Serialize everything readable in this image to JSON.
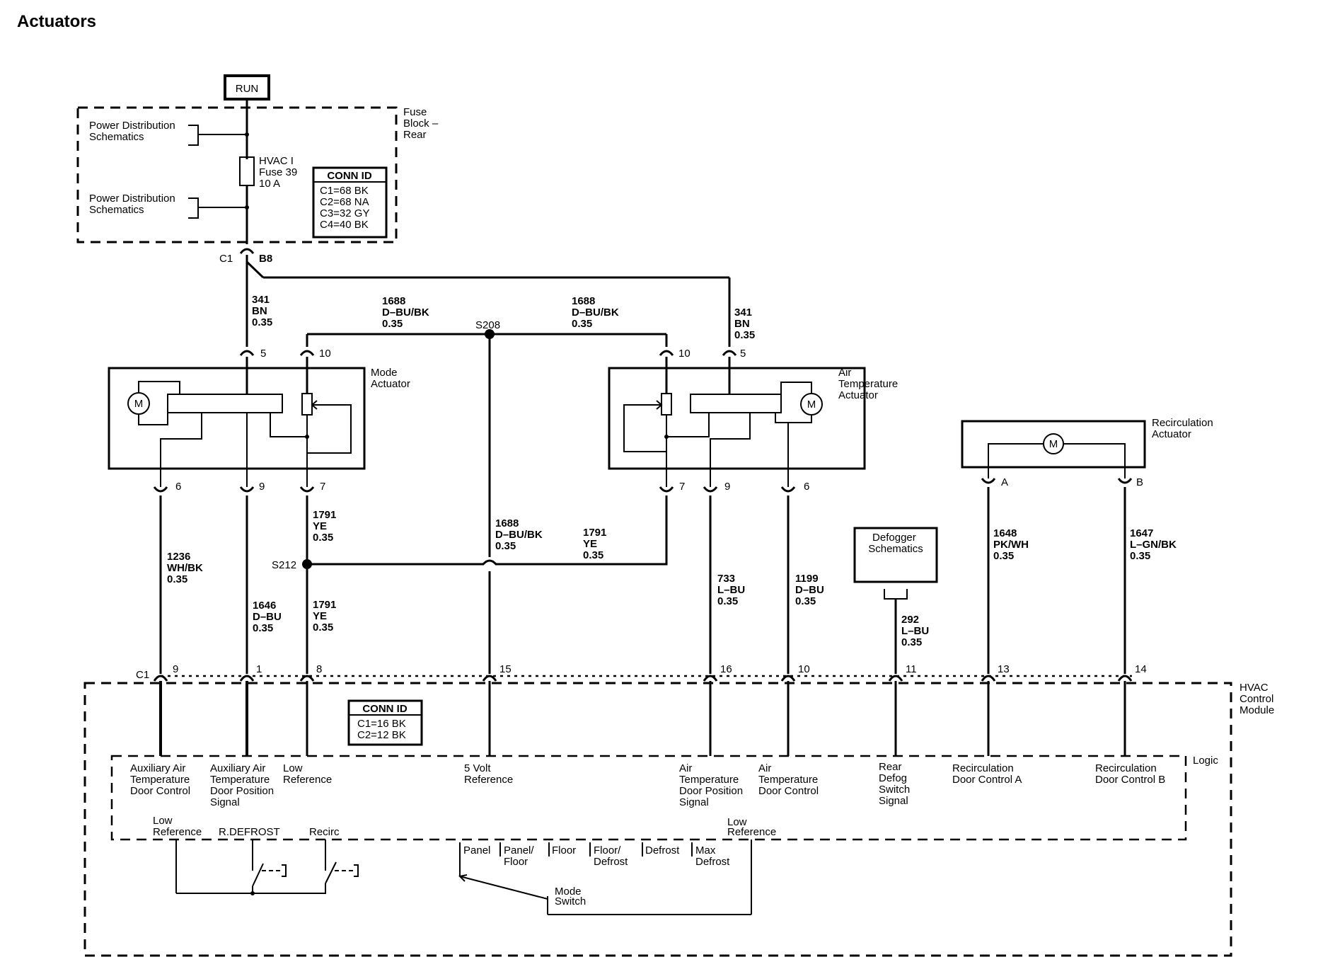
{
  "title": "Actuators",
  "run": "RUN",
  "fuse_block": {
    "label": [
      "Fuse",
      "Block –",
      "Rear"
    ]
  },
  "power_dist": [
    "Power Distribution",
    "Schematics"
  ],
  "fuse": [
    "HVAC I",
    "Fuse 39",
    "10 A"
  ],
  "conn_id_top": {
    "title": "CONN ID",
    "rows": [
      "C1=68 BK",
      "C2=68 NA",
      "C3=32 GY",
      "C4=40 BK"
    ]
  },
  "conn_id_module": {
    "title": "CONN ID",
    "rows": [
      "C1=16 BK",
      "C2=12 BK"
    ]
  },
  "connectors": {
    "c1": "C1",
    "b8": "B8",
    "c1_module": "C1"
  },
  "splices": {
    "s208": "S208",
    "s212": "S212"
  },
  "wires": {
    "w341_left": [
      "341",
      "BN",
      "0.35"
    ],
    "w341_right": [
      "341",
      "BN",
      "0.35"
    ],
    "w1688_left": [
      "1688",
      "D–BU/BK",
      "0.35"
    ],
    "w1688_right": [
      "1688",
      "D–BU/BK",
      "0.35"
    ],
    "w1688_mid": [
      "1688",
      "D–BU/BK",
      "0.35"
    ],
    "w1236": [
      "1236",
      "WH/BK",
      "0.35"
    ],
    "w1646": [
      "1646",
      "D–BU",
      "0.35"
    ],
    "w1791_top": [
      "1791",
      "YE",
      "0.35"
    ],
    "w1791_bottom": [
      "1791",
      "YE",
      "0.35"
    ],
    "w1791_right": [
      "1791",
      "YE",
      "0.35"
    ],
    "w733": [
      "733",
      "L–BU",
      "0.35"
    ],
    "w1199": [
      "1199",
      "D–BU",
      "0.35"
    ],
    "w292": [
      "292",
      "L–BU",
      "0.35"
    ],
    "w1648": [
      "1648",
      "PK/WH",
      "0.35"
    ],
    "w1647": [
      "1647",
      "L–GN/BK",
      "0.35"
    ]
  },
  "pins": {
    "mode_top5": "5",
    "mode_top10": "10",
    "mode_b6": "6",
    "mode_b9": "9",
    "mode_b7": "7",
    "air_top10": "10",
    "air_top5": "5",
    "air_b7": "7",
    "air_b9": "9",
    "air_b6": "6",
    "recirc_a": "A",
    "recirc_b": "B",
    "m9": "9",
    "m1": "1",
    "m8": "8",
    "m15": "15",
    "m16": "16",
    "m10": "10",
    "m11": "11",
    "m13": "13",
    "m14": "14"
  },
  "actuators": {
    "mode": [
      "Mode",
      "Actuator"
    ],
    "air_temp": [
      "Air",
      "Temperature",
      "Actuator"
    ],
    "recirc": [
      "Recirculation",
      "Actuator"
    ],
    "motor": "M"
  },
  "defogger": [
    "Defogger",
    "Schematics"
  ],
  "module": {
    "label": [
      "HVAC",
      "Control",
      "Module"
    ],
    "logic": "Logic"
  },
  "module_labels": {
    "aux_air_temp_door_control": [
      "Auxiliary Air",
      "Temperature",
      "Door Control"
    ],
    "aux_air_temp_door_position": [
      "Auxiliary Air",
      "Temperature",
      "Door Position",
      "Signal"
    ],
    "low_reference": [
      "Low",
      "Reference"
    ],
    "five_volt_reference": [
      "5 Volt",
      "Reference"
    ],
    "air_temp_door_position": [
      "Air",
      "Temperature",
      "Door Position",
      "Signal"
    ],
    "air_temp_door_control": [
      "Air",
      "Temperature",
      "Door Control"
    ],
    "rear_defog": [
      "Rear",
      "Defog",
      "Switch",
      "Signal"
    ],
    "recirc_a": [
      "Recirculation",
      "Door Control A"
    ],
    "recirc_b": [
      "Recirculation",
      "Door Control B"
    ]
  },
  "switches": {
    "low_ref_left": [
      "Low",
      "Reference"
    ],
    "r_defrost": "R.DEFROST",
    "recirc": "Recirc",
    "low_ref_right": [
      "Low",
      "Reference"
    ],
    "mode_switch": [
      "Mode",
      "Switch"
    ],
    "positions": [
      [
        "Panel"
      ],
      [
        "Panel/",
        "Floor"
      ],
      [
        "Floor"
      ],
      [
        "Floor/",
        "Defrost"
      ],
      [
        "Defrost"
      ],
      [
        "Max",
        "Defrost"
      ]
    ]
  }
}
